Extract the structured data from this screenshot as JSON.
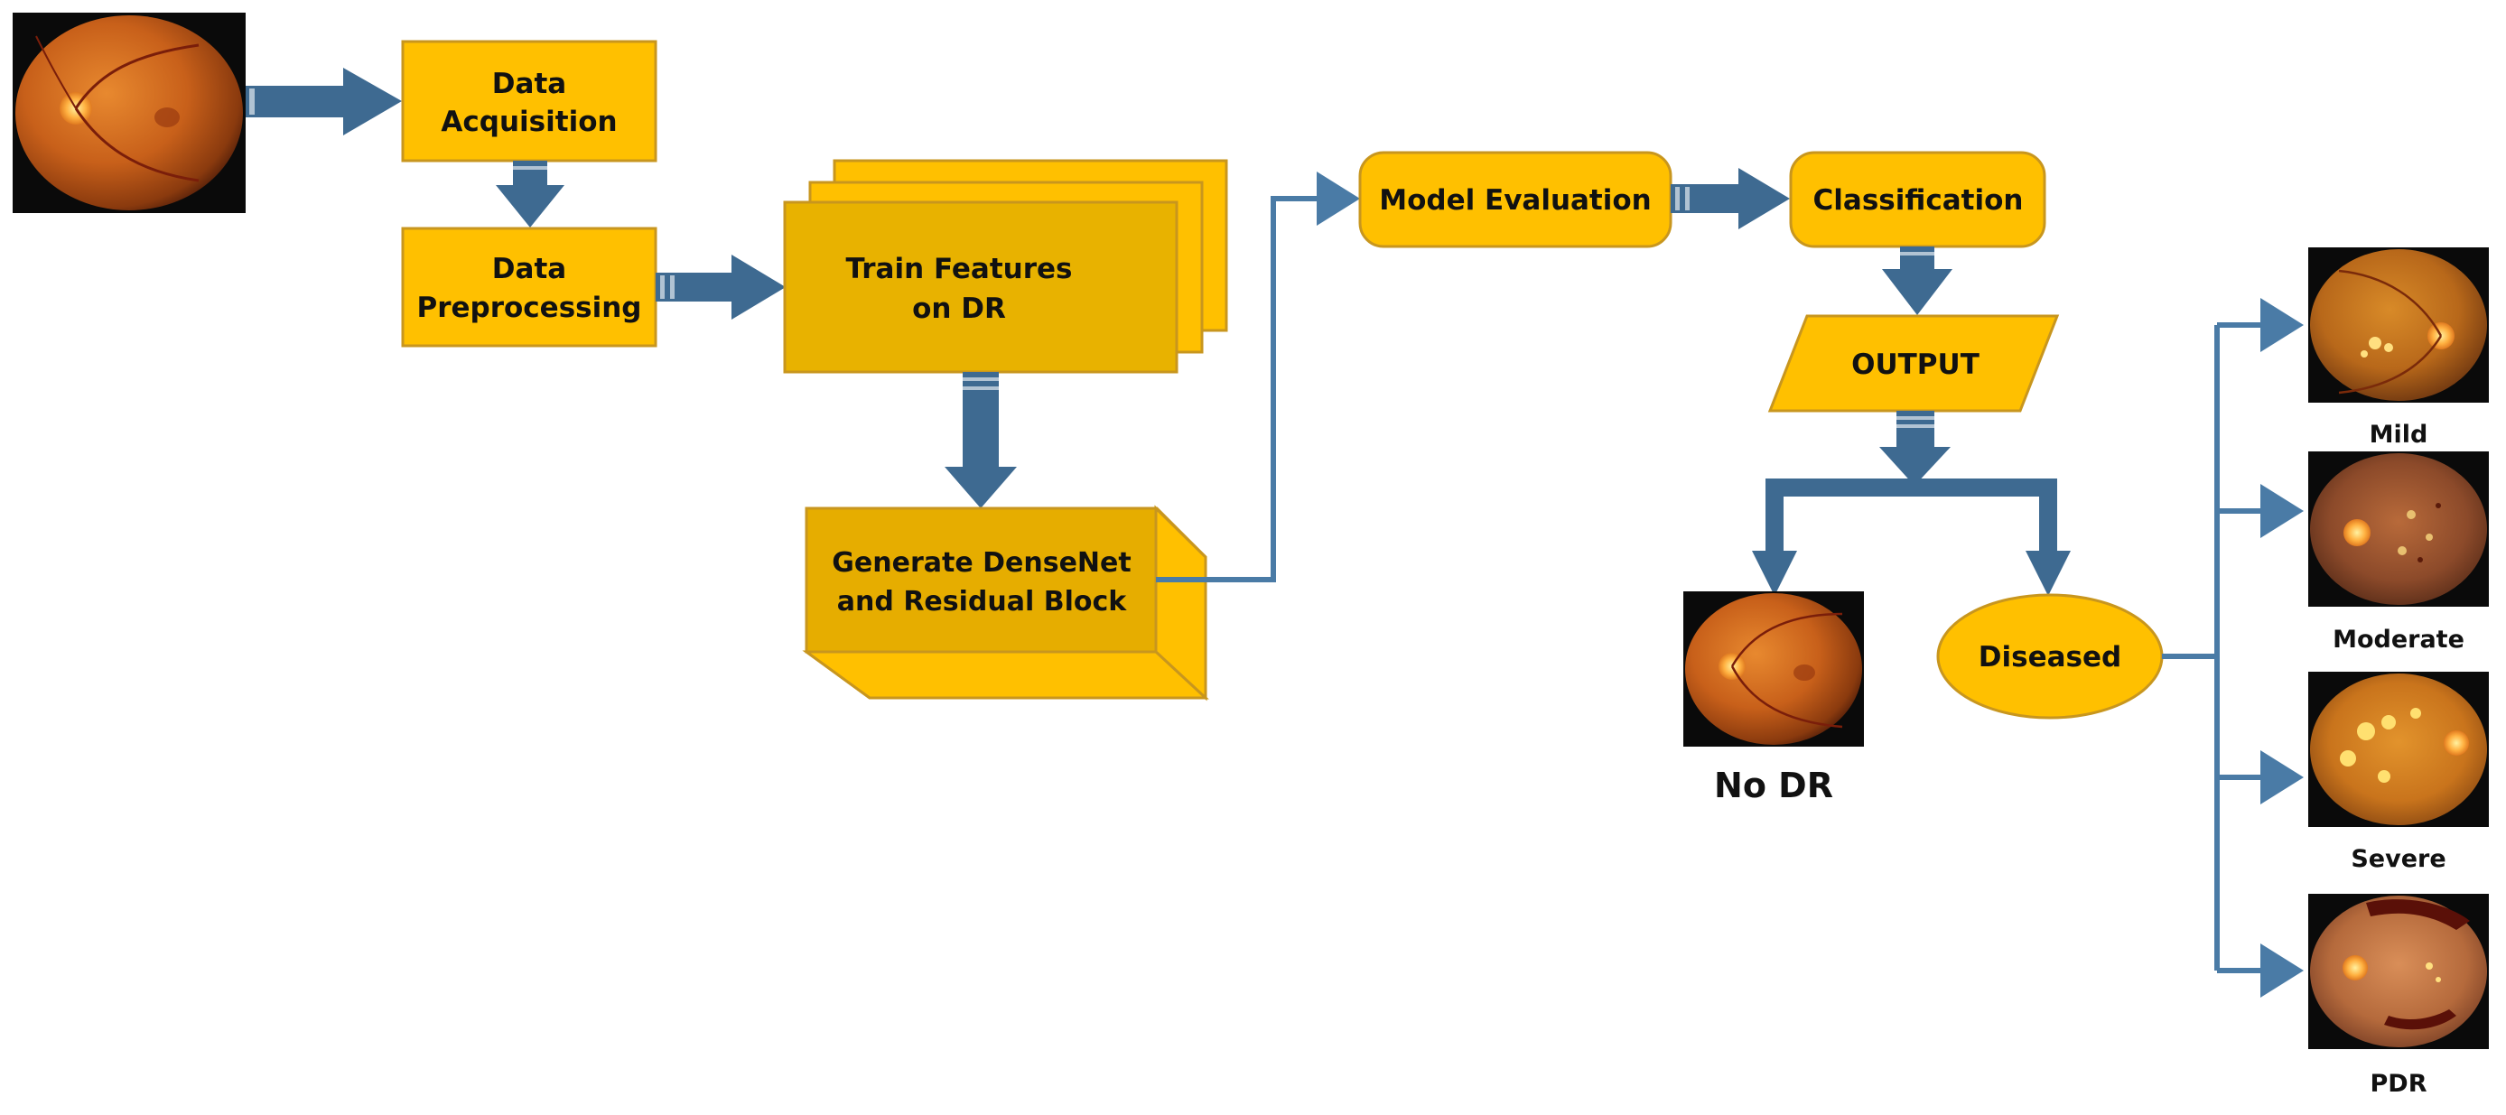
{
  "nodes": {
    "data_acquisition": [
      "Data",
      "Acquisition"
    ],
    "data_preprocessing": [
      "Data",
      "Preprocessing"
    ],
    "train_features": [
      "Train Features",
      "on DR"
    ],
    "generate_block": [
      "Generate DenseNet",
      "and Residual Block"
    ],
    "model_evaluation": "Model Evaluation",
    "classification": "Classification",
    "output": "OUTPUT",
    "diseased": "Diseased"
  },
  "outcome_labels": {
    "no_dr": "No DR",
    "mild": "Mild",
    "moderate": "Moderate",
    "severe": "Severe",
    "pdr": "PDR"
  },
  "colors": {
    "box_fill": "#FFC000",
    "box_fill_dark": "#E6AD00",
    "box_stroke": "#C8961E",
    "arrow_fill": "#3E6A91",
    "connector": "#4A7BA6",
    "fundus_background": "#0A0A0A"
  },
  "icons": [
    "retina-fundus-image",
    "block-arrow",
    "connector-arrow"
  ]
}
